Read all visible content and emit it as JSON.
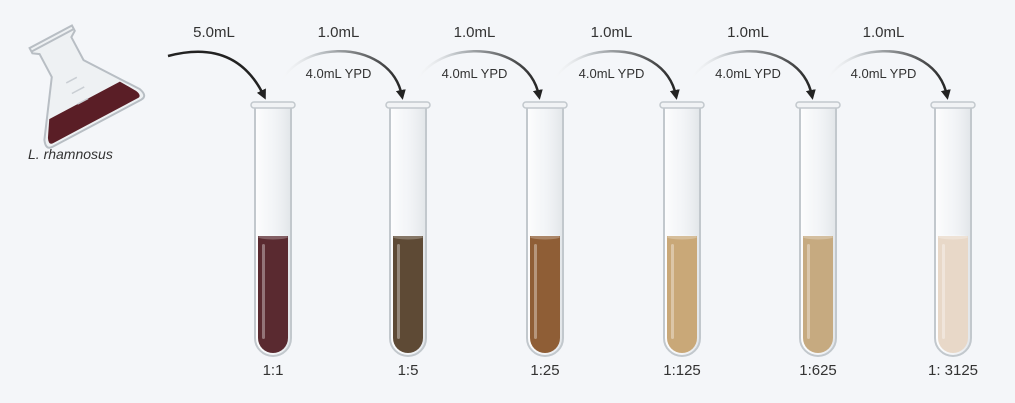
{
  "source": {
    "organism": "L. rhamnosus",
    "transfer_volume": "5.0mL",
    "liquid_color": "#5a1e26"
  },
  "transfer_volume": "1.0mL",
  "diluent_label": "4.0mL YPD",
  "tubes": [
    {
      "dilution": "1:1",
      "liquid_color": "#5a2a30"
    },
    {
      "dilution": "1:5",
      "liquid_color": "#5e4a35"
    },
    {
      "dilution": "1:25",
      "liquid_color": "#8f5e36"
    },
    {
      "dilution": "1:125",
      "liquid_color": "#c9a878"
    },
    {
      "dilution": "1:625",
      "liquid_color": "#c6aa80"
    },
    {
      "dilution": "1: 3125",
      "liquid_color": "#e8d8c8"
    }
  ]
}
